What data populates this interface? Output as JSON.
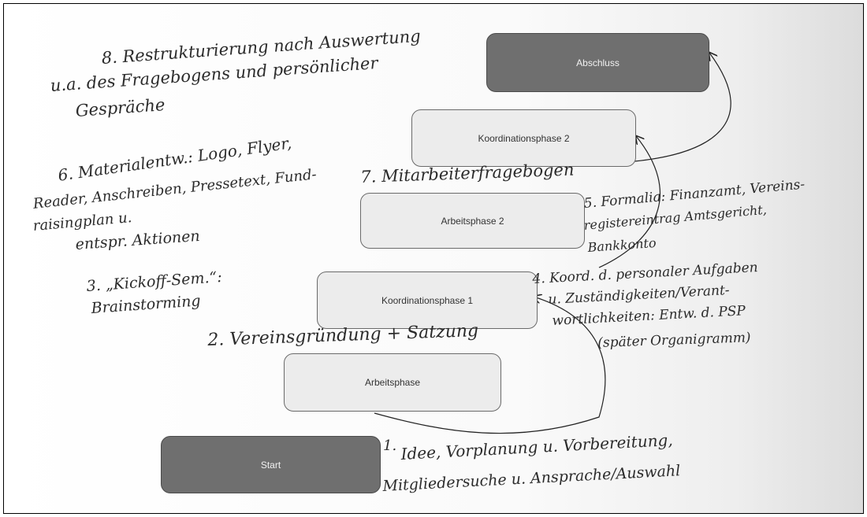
{
  "phases": {
    "abschluss": "Abschluss",
    "koordination2": "Koordinationsphase 2",
    "arbeits2": "Arbeitsphase 2",
    "koordination1": "Koordinationsphase 1",
    "arbeits1": "Arbeitsphase",
    "start": "Start"
  },
  "notes": {
    "n8_line1": "8. Restrukturierung nach Auswertung",
    "n8_line2": "u.a. des Fragebogens und persönlicher",
    "n8_line3": "Gespräche",
    "n6_line1": "6. Materialentw.: Logo, Flyer,",
    "n6_line2": "Reader, Anschreiben, Pressetext, Fund-",
    "n6_line3": "raisingplan u.",
    "n6_line4": "entspr. Aktionen",
    "n7": "7. Mitarbeiterfragebogen",
    "n5_line1": "5. Formalia: Finanzamt, Vereins-",
    "n5_line2": "registereintrag Amtsgericht,",
    "n5_line3": "Bankkonto",
    "n4_line1": "4. Koord. d. personaler Aufgaben",
    "n4_line2": "u. Zuständigkeiten/Verant-",
    "n4_line3": "wortlichkeiten: Entw. d. PSP",
    "n4_line4": "(später Organigramm)",
    "n3_line1": "3. „Kickoff-Sem.“:",
    "n3_line2": "Brainstorming",
    "n2": "2. Vereinsgründung + Satzung",
    "n1_num": "1.",
    "n1_line1": "Idee, Vorplanung u. Vorbereitung,",
    "n1_line2": "Mitgliedersuche u. Ansprache/Auswahl"
  }
}
